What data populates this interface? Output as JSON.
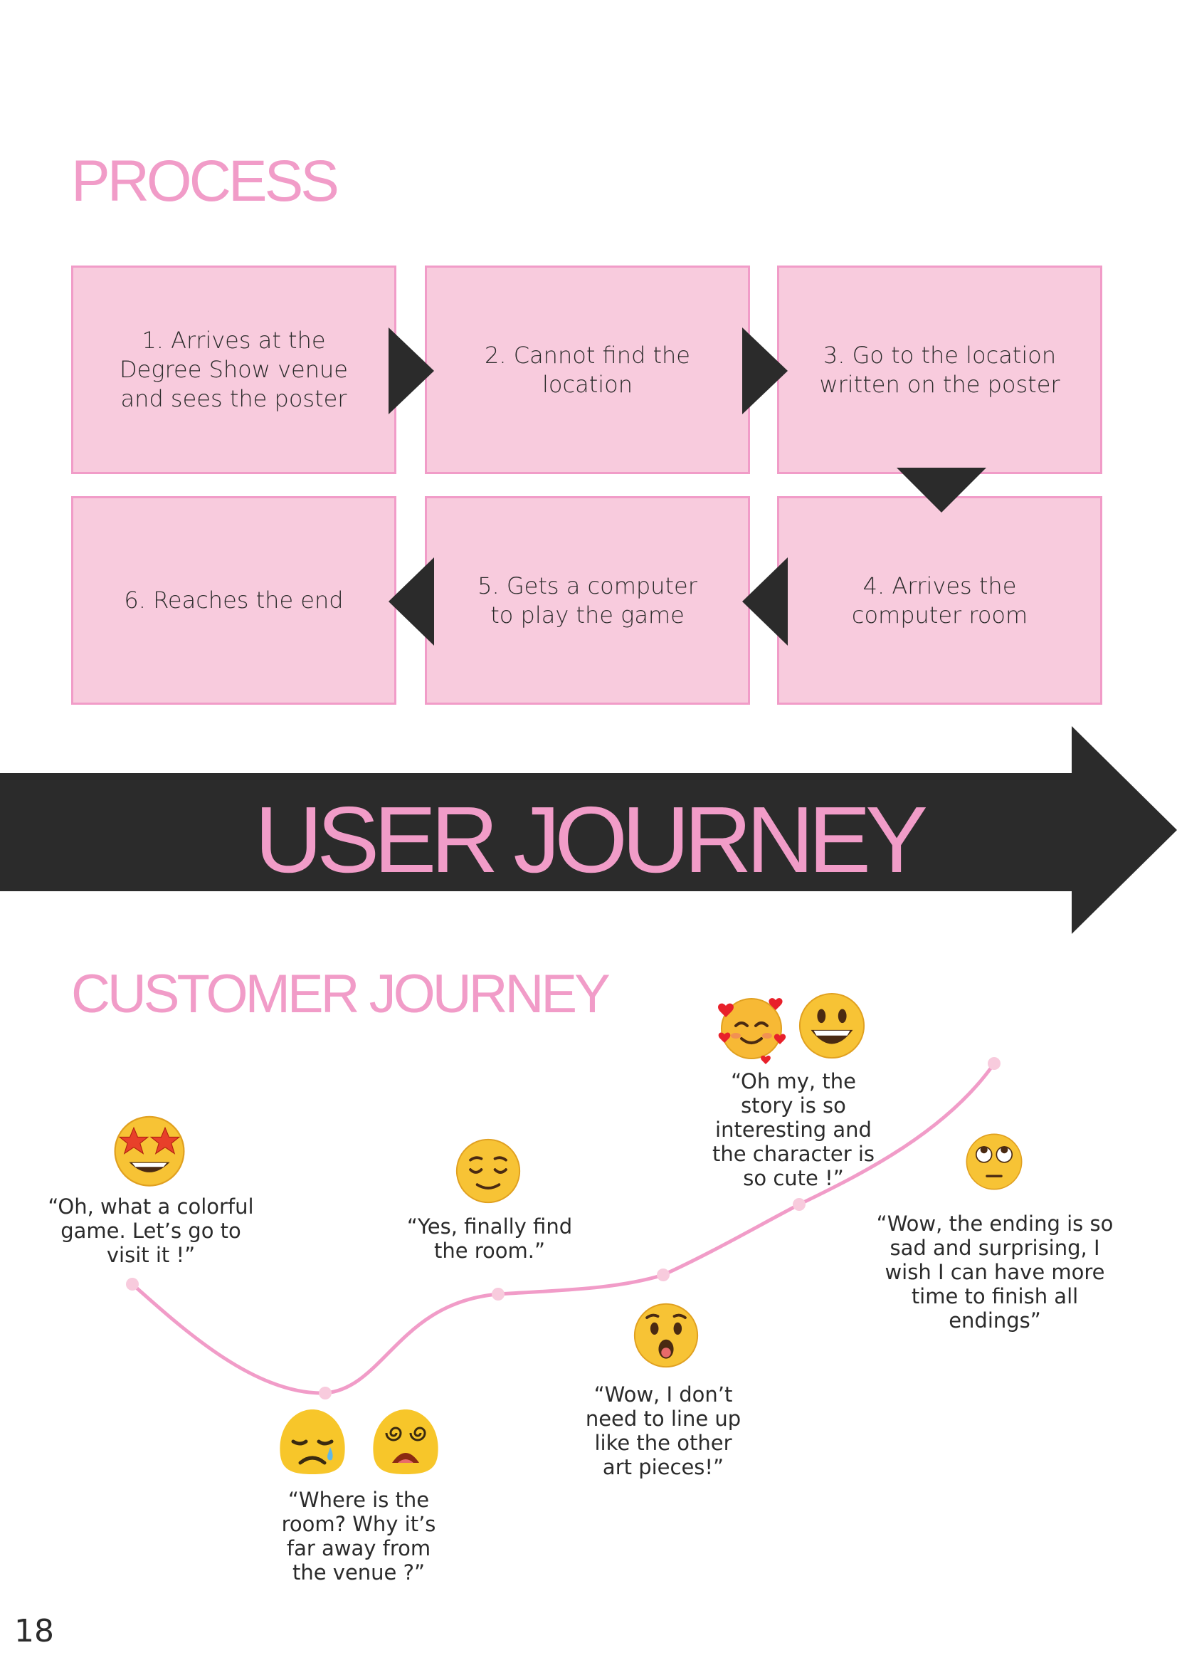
{
  "process": {
    "heading": "PROCESS",
    "steps": [
      "1. Arrives at the Degree Show venue and sees the poster",
      "2. Cannot find the location",
      "3. Go to the location written on the poster",
      "4. Arrives the computer room",
      "5. Gets a computer to play the game",
      "6. Reaches the end"
    ]
  },
  "banner": {
    "title": "USER JOURNEY"
  },
  "customer_journey": {
    "heading": "CUSTOMER JOURNEY",
    "quotes": [
      "“Oh, what a colorful game. Let’s go to visit it !”",
      "“Where is  the room? Why it’s far away from the venue ?”",
      "“Yes, finally find the room.”",
      "“Wow, I don’t need to line up like the other art pieces!”",
      "“Oh my, the story is so interesting and the character is so cute !”",
      "“Wow, the ending is so sad and surprising, I wish I can have more time to finish all endings”"
    ],
    "emotion_icons": [
      "star-struck-face-icon",
      "crying-face-icon",
      "dizzy-face-icon",
      "relieved-face-icon",
      "astonished-face-icon",
      "smiling-face-with-hearts-icon",
      "grinning-face-icon",
      "eye-roll-face-icon"
    ]
  },
  "colors": {
    "accent": "#f19cc8",
    "box_fill": "#f8cbdd",
    "dark": "#2b2b2b"
  },
  "page_number": "18"
}
